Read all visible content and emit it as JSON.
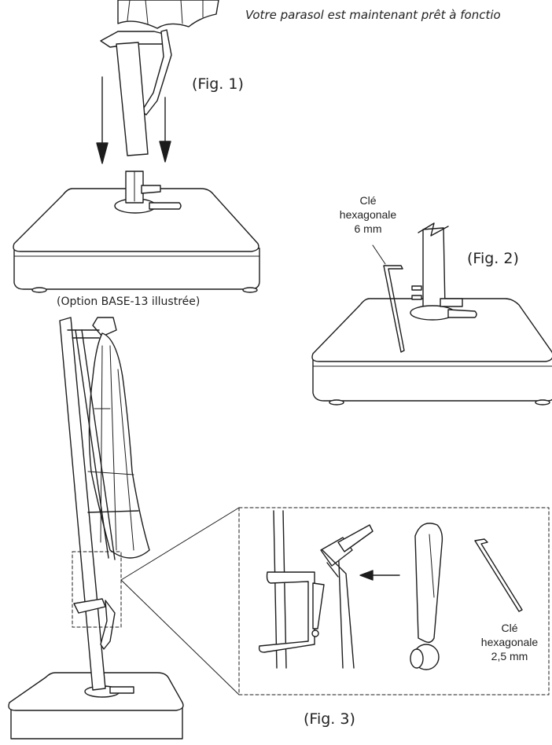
{
  "page": {
    "caption": "Votre parasol est maintenant prêt à fonctio"
  },
  "figures": {
    "fig1": {
      "label": "(Fig. 1)",
      "note": "(Option BASE-13 illustrée)"
    },
    "fig2": {
      "label": "(Fig. 2)",
      "tool_lines": [
        "Clé",
        "hexagonale",
        "6 mm"
      ]
    },
    "fig3": {
      "label": "(Fig. 3)",
      "tool_lines": [
        "Clé",
        "hexagonale",
        "2,5 mm"
      ]
    }
  },
  "colors": {
    "line": "#1c1c1c",
    "background": "#ffffff"
  }
}
